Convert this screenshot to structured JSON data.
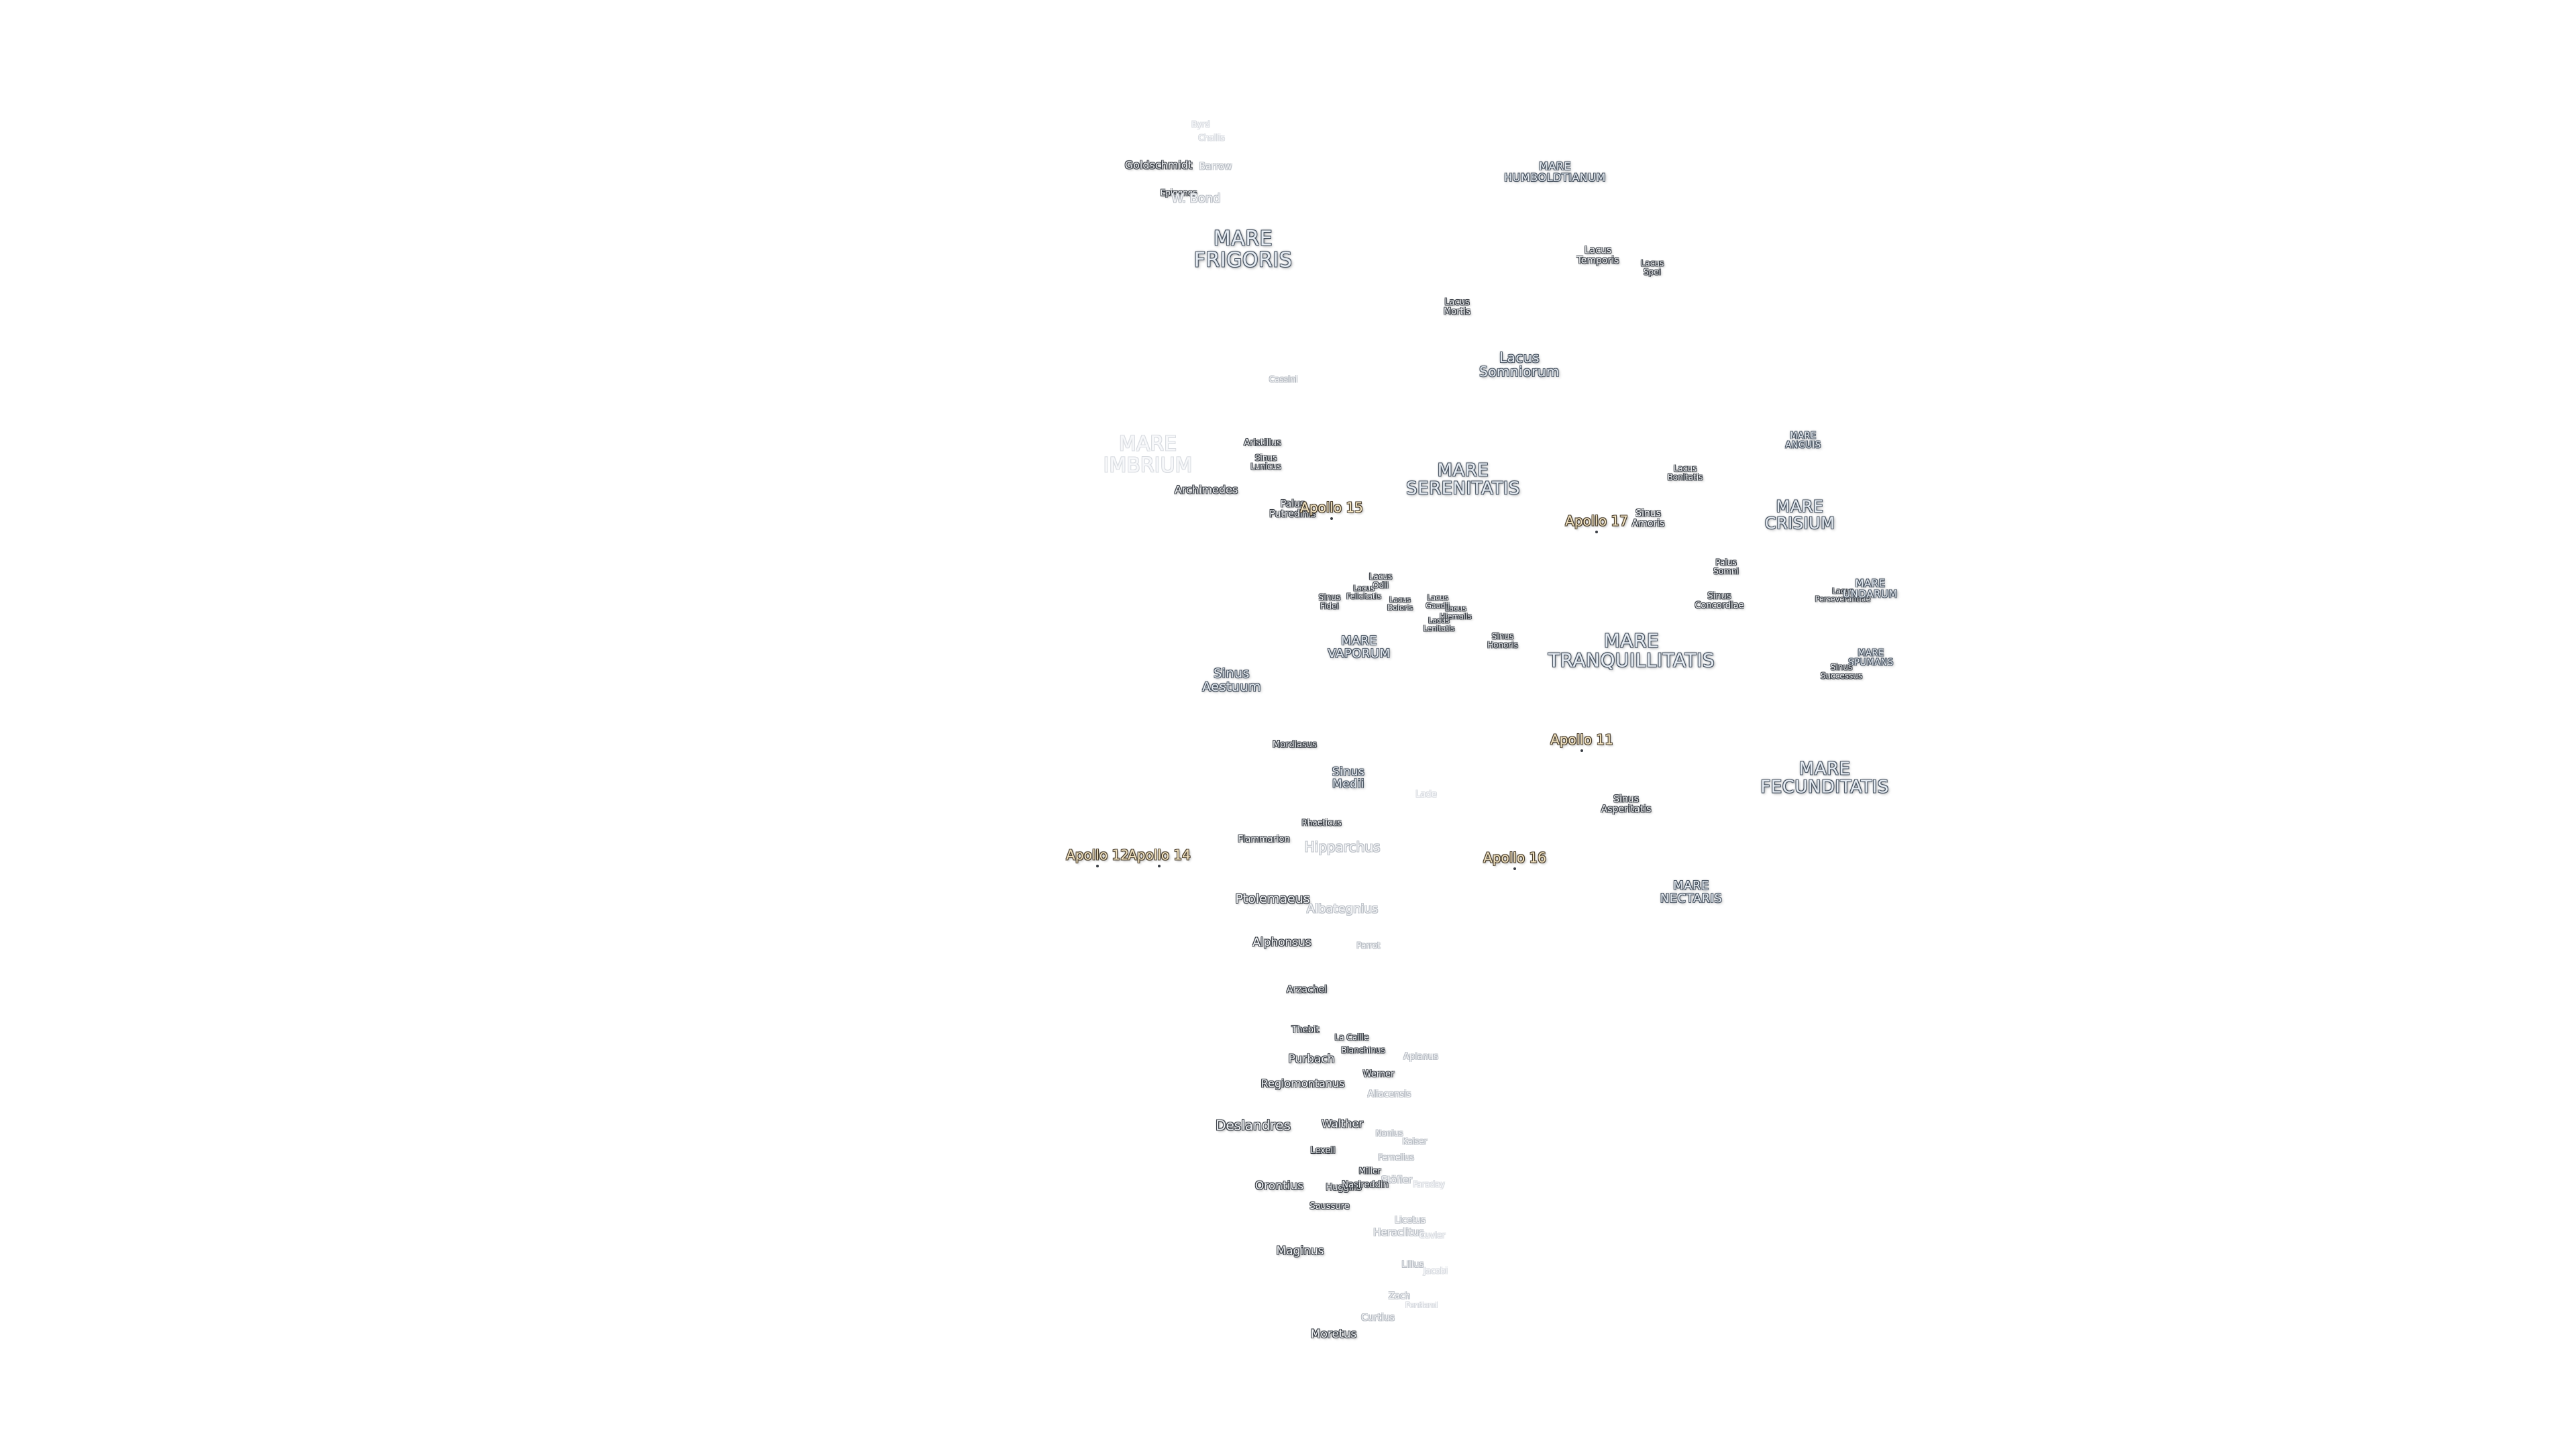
{
  "labels": [
    {
      "text": "Byrd",
      "style": "ghost",
      "size": 12
    },
    {
      "text": "Challis",
      "style": "ghost",
      "size": 12
    },
    {
      "text": "Goldschmidt",
      "style": "dark",
      "size": 16
    },
    {
      "text": "Barrow",
      "style": "faint",
      "size": 14
    },
    {
      "text": "Epigenes",
      "style": "dark",
      "size": 12
    },
    {
      "text": "W. Bond",
      "style": "faint",
      "size": 18
    },
    {
      "text": "MARE\nFRIGORIS",
      "style": "mare",
      "size": 30
    },
    {
      "text": "MARE\nHUMBOLDTIANUM",
      "style": "mare",
      "size": 16
    },
    {
      "text": "Lacus\nTemporis",
      "style": "dark",
      "size": 14
    },
    {
      "text": "Lacus\nSpei",
      "style": "dark",
      "size": 12
    },
    {
      "text": "Lacus\nMortis",
      "style": "dark",
      "size": 13
    },
    {
      "text": "Lacus\nSomniorum",
      "style": "mare",
      "size": 20
    },
    {
      "text": "Cassini",
      "style": "faint",
      "size": 12
    },
    {
      "text": "MARE\nIMBRIUM",
      "style": "ghost",
      "size": 30
    },
    {
      "text": "Aristillus",
      "style": "dark",
      "size": 13
    },
    {
      "text": "Sinus\nLunicus",
      "style": "dark",
      "size": 12
    },
    {
      "text": "Archimedes",
      "style": "dark",
      "size": 16
    },
    {
      "text": "Palus\nPutredinis",
      "style": "dark",
      "size": 14
    },
    {
      "text": "MARE\nSERENITATIS",
      "style": "mare",
      "size": 26
    },
    {
      "text": "Lacus\nBonitatis",
      "style": "dark",
      "size": 12
    },
    {
      "text": "MARE\nANGUIS",
      "style": "mare",
      "size": 13
    },
    {
      "text": "Sinus\nAmoris",
      "style": "dark",
      "size": 14
    },
    {
      "text": "MARE\nCRISIUM",
      "style": "mare",
      "size": 24
    },
    {
      "text": "Lacus\nOdii",
      "style": "dark",
      "size": 12
    },
    {
      "text": "Lacus\nFelicitatis",
      "style": "dark",
      "size": 11
    },
    {
      "text": "Sinus\nFidei",
      "style": "dark",
      "size": 12
    },
    {
      "text": "Lacus\nDoloris",
      "style": "dark",
      "size": 11
    },
    {
      "text": "Lacus\nGaudii",
      "style": "dark",
      "size": 11
    },
    {
      "text": "Lacus\nHiemalis",
      "style": "dark",
      "size": 11
    },
    {
      "text": "Lacus\nLenitatis",
      "style": "dark",
      "size": 11
    },
    {
      "text": "Palus\nSomni",
      "style": "dark",
      "size": 12
    },
    {
      "text": "Sinus\nConcordiae",
      "style": "dark",
      "size": 13
    },
    {
      "text": "Lacus\nPerseverantiae",
      "style": "dark",
      "size": 11
    },
    {
      "text": "MARE\nUNDARUM",
      "style": "mare",
      "size": 15
    },
    {
      "text": "Sinus\nHonoris",
      "style": "dark",
      "size": 12
    },
    {
      "text": "MARE\nVAPORUM",
      "style": "mare",
      "size": 18
    },
    {
      "text": "MARE\nTRANQUILLITATIS",
      "style": "mare",
      "size": 28
    },
    {
      "text": "MARE\nSPUMANS",
      "style": "mare",
      "size": 13
    },
    {
      "text": "Sinus\nSuccessus",
      "style": "dark",
      "size": 12
    },
    {
      "text": "Sinus\nAestuum",
      "style": "mare",
      "size": 19
    },
    {
      "text": "Mordiasus",
      "style": "dark",
      "size": 13
    },
    {
      "text": "Sinus\nMedii",
      "style": "mare",
      "size": 17
    },
    {
      "text": "Lade",
      "style": "ghost",
      "size": 13
    },
    {
      "text": "MARE\nFECUNDITATIS",
      "style": "mare",
      "size": 26
    },
    {
      "text": "Sinus\nAsperitatis",
      "style": "dark",
      "size": 14
    },
    {
      "text": "Rhaeticus",
      "style": "dark",
      "size": 12
    },
    {
      "text": "Flammarion",
      "style": "dark",
      "size": 13
    },
    {
      "text": "Hipparchus",
      "style": "faint",
      "size": 20
    },
    {
      "text": "MARE\nNECTARIS",
      "style": "mare",
      "size": 18
    },
    {
      "text": "Ptolemaeus",
      "style": "dark",
      "size": 19
    },
    {
      "text": "Albategnius",
      "style": "faint",
      "size": 18
    },
    {
      "text": "Alphonsus",
      "style": "dark",
      "size": 17
    },
    {
      "text": "Parrot",
      "style": "faint",
      "size": 12
    },
    {
      "text": "Arzachel",
      "style": "dark",
      "size": 14
    },
    {
      "text": "Thebit",
      "style": "dark",
      "size": 13
    },
    {
      "text": "La Caille",
      "style": "dark",
      "size": 12
    },
    {
      "text": "Blanchinus",
      "style": "dark",
      "size": 12
    },
    {
      "text": "Apianus",
      "style": "faint",
      "size": 13
    },
    {
      "text": "Purbach",
      "style": "dark",
      "size": 17
    },
    {
      "text": "Werner",
      "style": "dark",
      "size": 13
    },
    {
      "text": "Regiomontanus",
      "style": "dark",
      "size": 16
    },
    {
      "text": "Aliacensis",
      "style": "faint",
      "size": 13
    },
    {
      "text": "Deslandres",
      "style": "dark",
      "size": 20
    },
    {
      "text": "Walther",
      "style": "dark",
      "size": 16
    },
    {
      "text": "Nonius",
      "style": "faint",
      "size": 12
    },
    {
      "text": "Kaiser",
      "style": "faint",
      "size": 12
    },
    {
      "text": "Lexell",
      "style": "dark",
      "size": 13
    },
    {
      "text": "Fernelius",
      "style": "faint",
      "size": 12
    },
    {
      "text": "Miller",
      "style": "dark",
      "size": 12
    },
    {
      "text": "Stöfler",
      "style": "faint",
      "size": 14
    },
    {
      "text": "Faraday",
      "style": "ghost",
      "size": 12
    },
    {
      "text": "Orontius",
      "style": "dark",
      "size": 17
    },
    {
      "text": "Huggins",
      "style": "dark",
      "size": 13
    },
    {
      "text": "Nasireddin",
      "style": "dark",
      "size": 13
    },
    {
      "text": "Saussure",
      "style": "dark",
      "size": 13
    },
    {
      "text": "Licetus",
      "style": "faint",
      "size": 13
    },
    {
      "text": "Heraclitus",
      "style": "faint",
      "size": 15
    },
    {
      "text": "Cuvier",
      "style": "ghost",
      "size": 12
    },
    {
      "text": "Maginus",
      "style": "dark",
      "size": 17
    },
    {
      "text": "Lilius",
      "style": "faint",
      "size": 13
    },
    {
      "text": "Jacobi",
      "style": "ghost",
      "size": 12
    },
    {
      "text": "Zach",
      "style": "faint",
      "size": 13
    },
    {
      "text": "Pentland",
      "style": "ghost",
      "size": 11
    },
    {
      "text": "Curtius",
      "style": "faint",
      "size": 14
    },
    {
      "text": "Moretus",
      "style": "dark",
      "size": 17
    }
  ],
  "apollo": [
    {
      "text": "Apollo 15"
    },
    {
      "text": "Apollo 17"
    },
    {
      "text": "Apollo 11"
    },
    {
      "text": "Apollo 12"
    },
    {
      "text": "Apollo 14"
    },
    {
      "text": "Apollo 16"
    }
  ]
}
